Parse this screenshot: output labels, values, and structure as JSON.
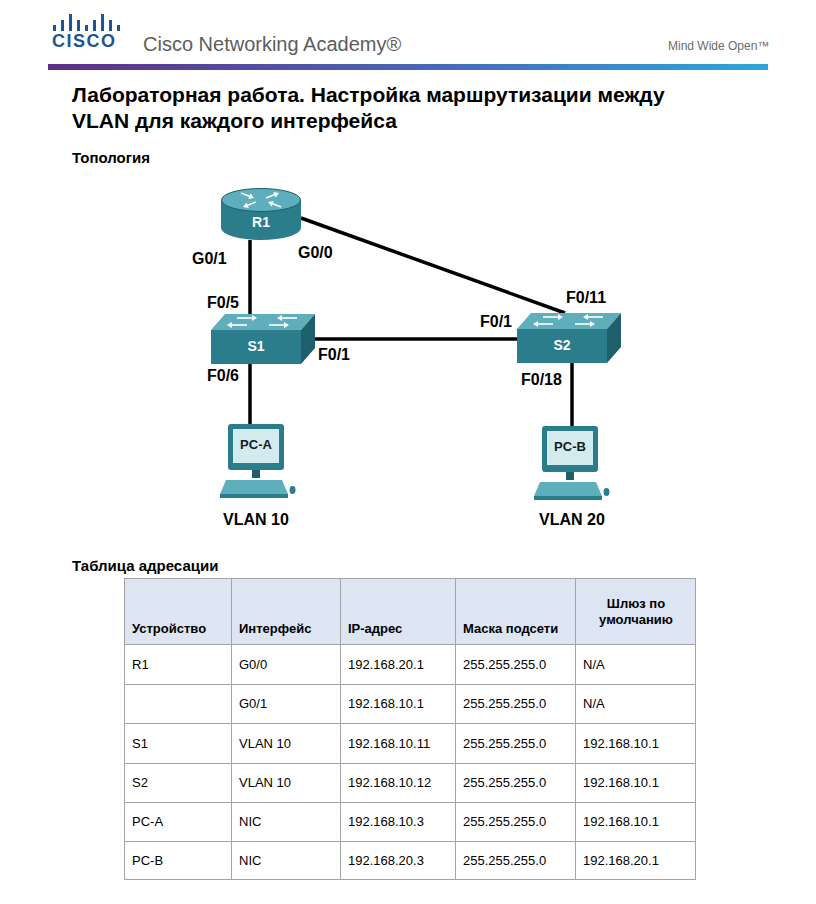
{
  "diagram": {
    "title": "Лабораторная работа. Настройка маршрутизации между VLAN для каждого интерфейса",
    "nodes": [
      {
        "text": [
          "R1"
        ]
      },
      {
        "text": [
          "S1"
        ]
      },
      {
        "text": [
          "S2"
        ]
      },
      {
        "text": [
          "PC-A"
        ]
      },
      {
        "text": [
          "PC-B"
        ]
      }
    ],
    "edges": [
      {
        "from": 0,
        "to": 1,
        "arrow": "none"
      },
      {
        "from": 0,
        "to": 2,
        "arrow": "none"
      },
      {
        "from": 1,
        "to": 2,
        "arrow": "none"
      },
      {
        "from": 1,
        "to": 3,
        "arrow": "none"
      },
      {
        "from": 2,
        "to": 4,
        "arrow": "none"
      }
    ],
    "labels": [
      "CISCO",
      "Cisco Networking Academy®",
      "Mind Wide Open™",
      "Топология",
      "G0/1",
      "G0/0",
      "F0/5",
      "F0/11",
      "F0/1",
      "F0/1",
      "F0/6",
      "F0/18",
      "VLAN 10",
      "VLAN 20",
      "Таблица адресации",
      "Устройство",
      "Интерфейс",
      "IP-адрес",
      "Маска подсети",
      "Шлюз по умолчанию",
      "R1",
      "G0/0",
      "192.168.20.1",
      "255.255.255.0",
      "N/A",
      "G0/1",
      "192.168.10.1",
      "255.255.255.0",
      "N/A",
      "S1",
      "VLAN 10",
      "192.168.10.11",
      "255.255.255.0",
      "192.168.10.1",
      "S2",
      "VLAN 10",
      "192.168.10.12",
      "255.255.255.0",
      "192.168.10.1",
      "PC-A",
      "NIC",
      "192.168.10.3",
      "255.255.255.0",
      "192.168.10.1",
      "PC-B",
      "NIC",
      "192.168.20.3",
      "255.255.255.0",
      "192.168.20.1"
    ]
  }
}
